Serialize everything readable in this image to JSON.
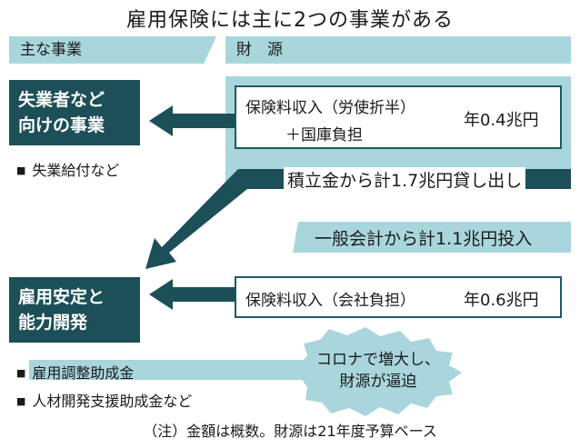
{
  "title": "雇用保険には主に2つの事業がある",
  "headers": {
    "left": "主な事業",
    "right": "財　源"
  },
  "business1": {
    "name_line1": "失業者など",
    "name_line2": "向けの事業",
    "sub": "失業給付など"
  },
  "business2": {
    "name_line1": "雇用安定と",
    "name_line2": "能力開発",
    "sub1": "雇用調整助成金",
    "sub2": "人材開発支援助成金など"
  },
  "funding1": {
    "line1": "保険料収入（労使折半）",
    "line2": "＋国庫負担",
    "amount": "年0.4兆円"
  },
  "loan": "積立金から計1.7兆円貸し出し",
  "investment": "一般会計から計1.1兆円投入",
  "funding2": {
    "line1": "保険料収入（会社負担）",
    "amount": "年0.6兆円"
  },
  "callout": {
    "line1": "コロナで増大し、",
    "line2": "財源が逼迫"
  },
  "note": "（注）金額は概数。財源は21年度予算ベース",
  "colors": {
    "dark": "#1c4f57",
    "light": "#a9d6dc"
  }
}
